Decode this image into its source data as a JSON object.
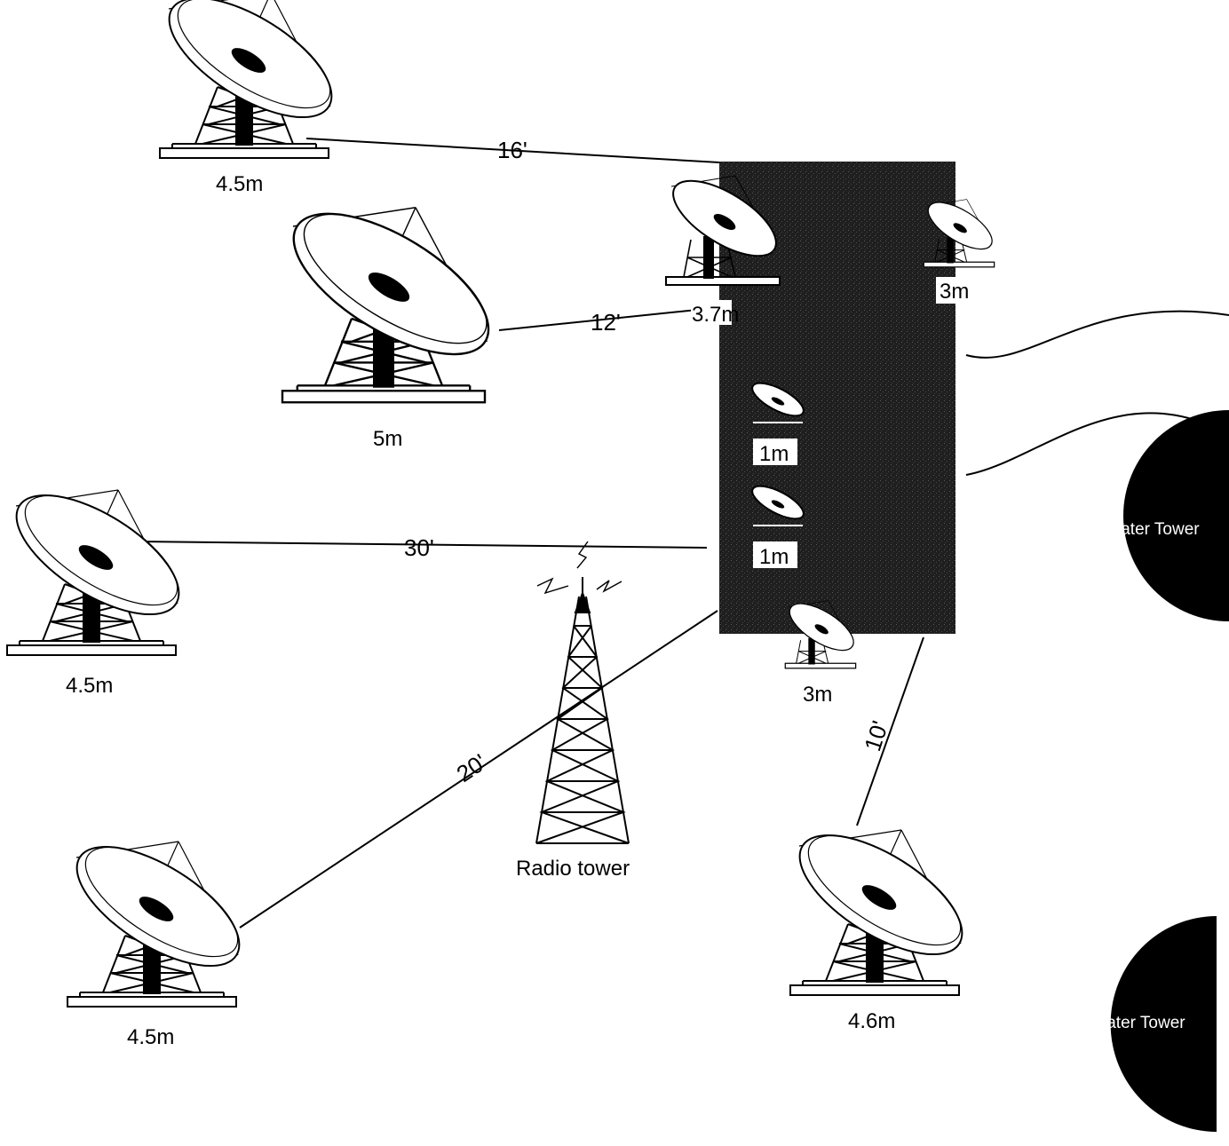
{
  "colors": {
    "ink": "#000000",
    "paper": "#ffffff",
    "building": "#1c1c1c",
    "water_tower": "#000000"
  },
  "antennas": {
    "a1": "4.5m",
    "a2": "5m",
    "a3": "4.5m",
    "a4": "4.5m",
    "a5": "4.6m",
    "roof_3_7": "3.7m",
    "roof_3_top": "3m",
    "roof_1_a": "1m",
    "roof_1_b": "1m",
    "roof_3_bottom": "3m"
  },
  "distances": {
    "d16": "16'",
    "d12": "12'",
    "d30": "30'",
    "d20": "20'",
    "d10": "10'"
  },
  "landmarks": {
    "radio_tower": "Radio tower",
    "water_tower_1": "Water Tower",
    "water_tower_2": "Water Tower"
  }
}
